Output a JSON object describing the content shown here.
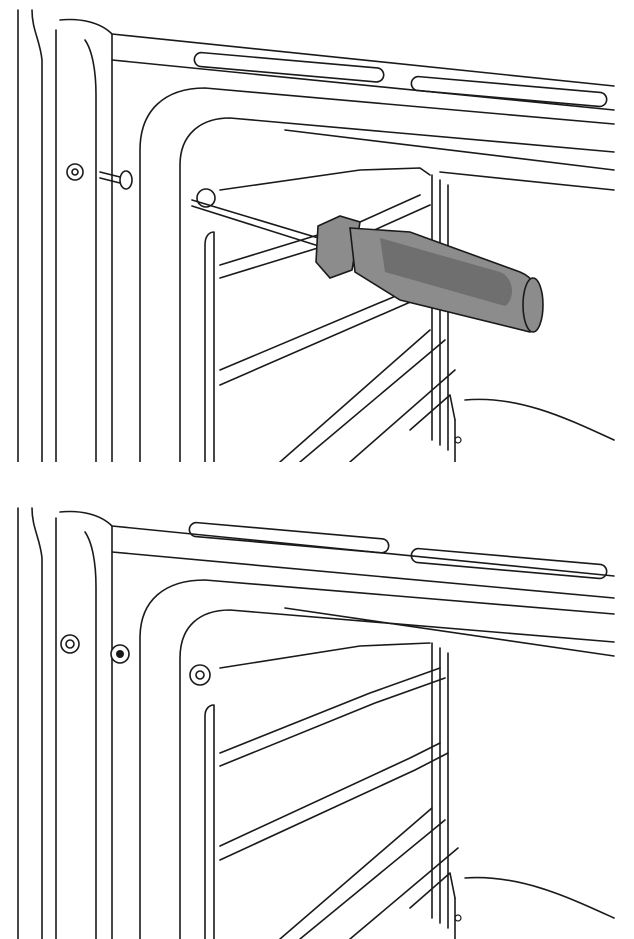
{
  "figure": {
    "panels": [
      {
        "id": "step-1",
        "shows": [
          "oven-cavity",
          "shelf-rack",
          "screwdriver",
          "loose-screw"
        ]
      },
      {
        "id": "step-2",
        "shows": [
          "oven-cavity",
          "shelf-rack",
          "fastened-screws"
        ]
      }
    ],
    "colors": {
      "line": "#1a1a1a",
      "background": "#ffffff",
      "screwdriver_handle": "#8c8c8c",
      "screwdriver_grip": "#6f6f6f"
    },
    "icons": [
      "screwdriver-icon",
      "screw-icon",
      "washer-icon"
    ]
  }
}
